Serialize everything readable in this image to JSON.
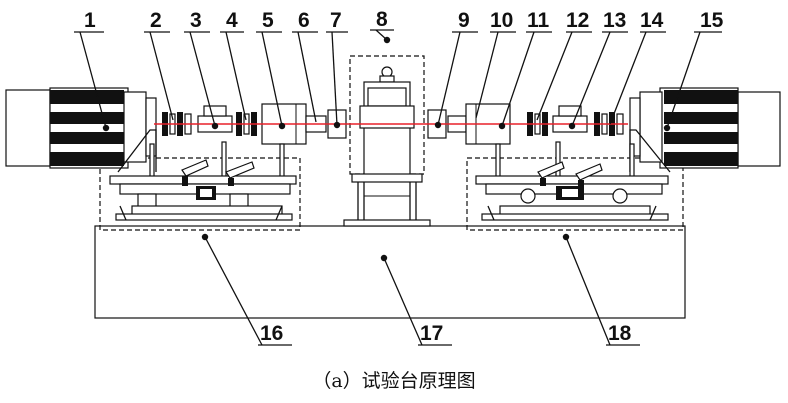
{
  "figure": {
    "caption": "（a）试验台原理图",
    "labels": [
      "1",
      "2",
      "3",
      "4",
      "5",
      "6",
      "7",
      "8",
      "9",
      "10",
      "11",
      "12",
      "13",
      "14",
      "15",
      "16",
      "17",
      "18"
    ]
  },
  "colors": {
    "line": "#111111",
    "axis": "#e8202a",
    "background": "#ffffff"
  }
}
